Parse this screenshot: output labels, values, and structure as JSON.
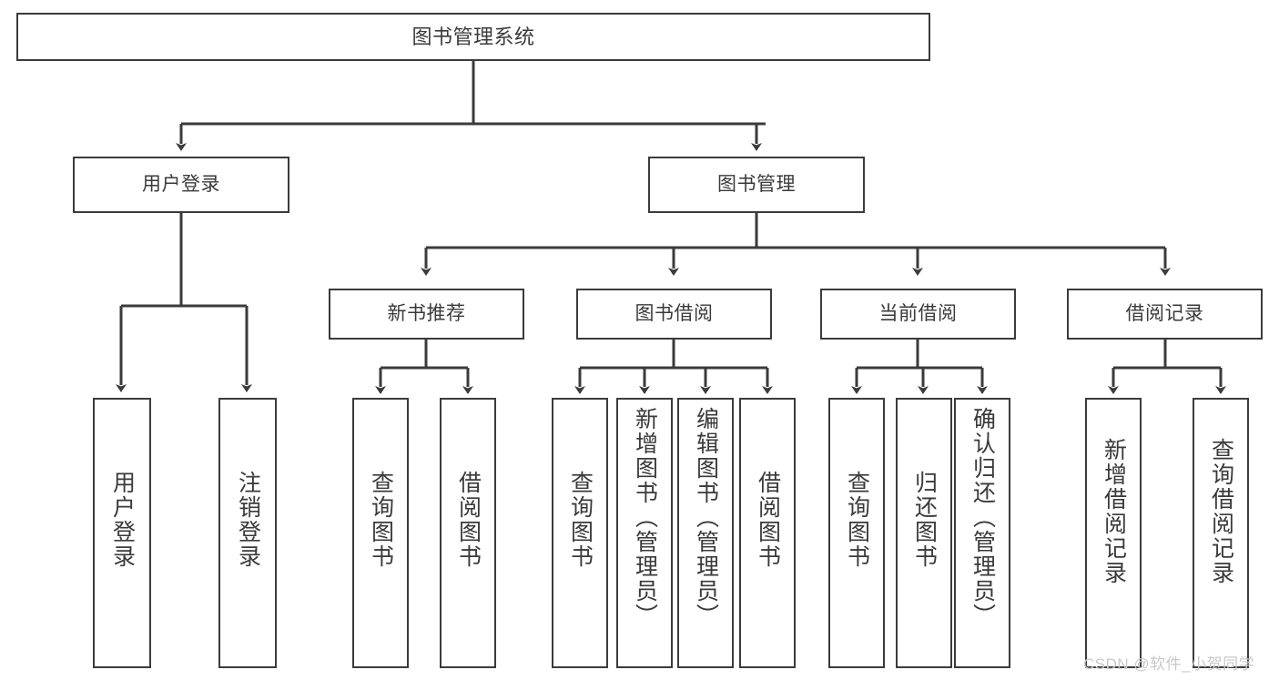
{
  "diagram": {
    "title": "图书管理系统",
    "type": "功能结构图",
    "line_color": "#3b3b3b",
    "text_color": "#3a3a3a",
    "background": "#ffffff"
  },
  "nodes": {
    "root": {
      "label": "图书管理系统"
    },
    "level2": [
      {
        "id": "user-login",
        "label": "用户登录"
      },
      {
        "id": "book-manage",
        "label": "图书管理"
      }
    ],
    "level3": [
      {
        "id": "new-book-recommend",
        "label": "新书推荐"
      },
      {
        "id": "book-borrow",
        "label": "图书借阅"
      },
      {
        "id": "current-borrow",
        "label": "当前借阅"
      },
      {
        "id": "borrow-record",
        "label": "借阅记录"
      }
    ],
    "leaves": {
      "user_login": [
        {
          "id": "leaf-user-login",
          "label": "用户登录"
        },
        {
          "id": "leaf-logout-login",
          "label": "注销登录"
        }
      ],
      "new_book_recommend": [
        {
          "id": "leaf-query-book-1",
          "label": "查询图书"
        },
        {
          "id": "leaf-borrow-book-1",
          "label": "借阅图书"
        }
      ],
      "book_borrow": [
        {
          "id": "leaf-query-book-2",
          "label": "查询图书"
        },
        {
          "id": "leaf-add-book-admin",
          "label": "新增图书（管理员）"
        },
        {
          "id": "leaf-edit-book-admin",
          "label": "编辑图书（管理员）"
        },
        {
          "id": "leaf-borrow-book-2",
          "label": "借阅图书"
        }
      ],
      "current_borrow": [
        {
          "id": "leaf-query-book-3",
          "label": "查询图书"
        },
        {
          "id": "leaf-return-book",
          "label": "归还图书"
        },
        {
          "id": "leaf-confirm-return-admin",
          "label": "确认归还（管理员）"
        }
      ],
      "borrow_record": [
        {
          "id": "leaf-add-borrow-record",
          "label": "新增借阅记录"
        },
        {
          "id": "leaf-query-borrow-record",
          "label": "查询借阅记录"
        }
      ]
    }
  },
  "watermark": {
    "text": "CSDN @软件_小贺同学"
  }
}
